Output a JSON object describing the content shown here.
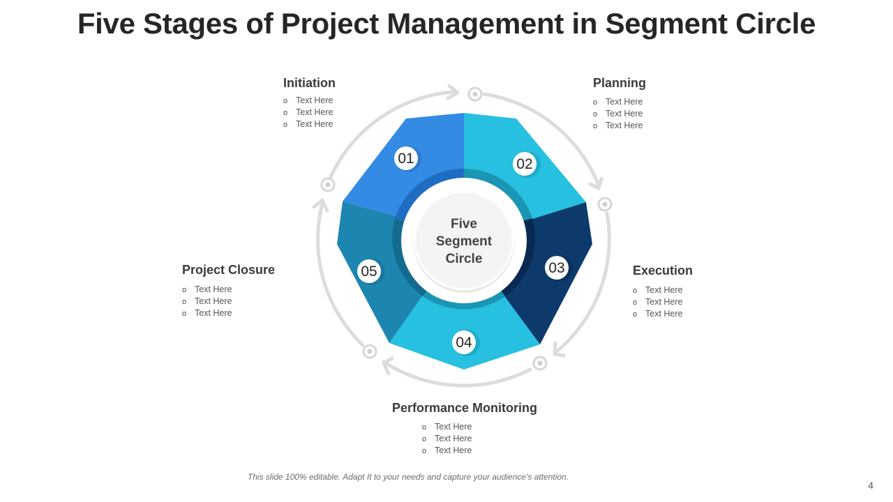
{
  "title": "Five Stages of Project Management in Segment Circle",
  "center": {
    "lines": [
      "Five",
      "Segment",
      "Circle"
    ]
  },
  "segments": [
    {
      "number": "01",
      "color": "#348be3",
      "inner": "#1f6cc3"
    },
    {
      "number": "02",
      "color": "#27c0e0",
      "inner": "#1a96b4"
    },
    {
      "number": "03",
      "color": "#0d3a6b",
      "inner": "#082a52"
    },
    {
      "number": "04",
      "color": "#27c0e0",
      "inner": "#1a96b4"
    },
    {
      "number": "05",
      "color": "#1d86b0",
      "inner": "#146a8f"
    }
  ],
  "stages": {
    "initiation": {
      "title": "Initiation",
      "items": [
        "Text Here",
        "Text Here",
        "Text Here"
      ]
    },
    "planning": {
      "title": "Planning",
      "items": [
        "Text Here",
        "Text Here",
        "Text Here"
      ]
    },
    "execution": {
      "title": "Execution",
      "items": [
        "Text Here",
        "Text Here",
        "Text Here"
      ]
    },
    "monitoring": {
      "title": "Performance Monitoring",
      "items": [
        "Text Here",
        "Text Here",
        "Text Here"
      ]
    },
    "closure": {
      "title": "Project Closure",
      "items": [
        "Text Here",
        "Text Here",
        "Text Here"
      ]
    }
  },
  "bullet_symbol": "o",
  "footer": "This slide 100% editable. Adapt  It to your needs and capture your audience's attention.",
  "page_number": "4"
}
